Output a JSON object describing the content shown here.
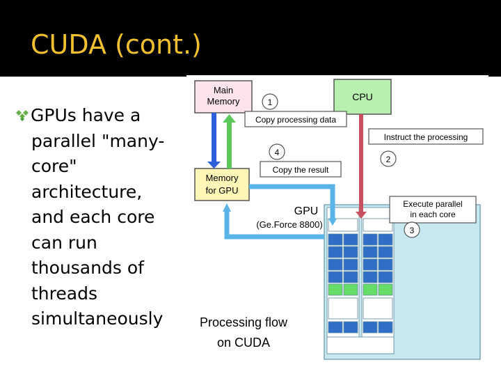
{
  "slide": {
    "title": "CUDA (cont.)",
    "bullet": {
      "line1": "GPUs have a",
      "lines": [
        "parallel \"many-",
        "core\"",
        "architecture,",
        "and each core",
        "can run",
        "thousands of",
        "threads",
        "simultaneously"
      ]
    }
  },
  "diagram": {
    "main_memory": [
      "Main",
      "Memory"
    ],
    "cpu": "CPU",
    "memory_gpu": [
      "Memory",
      "for GPU"
    ],
    "gpu_label": "GPU",
    "gpu_model": "(Ge.Force 8800)",
    "steps": [
      {
        "num": "1",
        "label": "Copy processing data"
      },
      {
        "num": "2",
        "label": "Instruct the processing"
      },
      {
        "num": "3",
        "label": [
          "Execute parallel",
          "in each core"
        ]
      },
      {
        "num": "4",
        "label": "Copy the result"
      }
    ],
    "caption": [
      "Processing flow",
      "on CUDA"
    ],
    "colors": {
      "main_memory_fill": "#fce4ea",
      "cpu_fill": "#b8f0b0",
      "memory_gpu_fill": "#fff6b8",
      "blue_arrow": "#2f5fd8",
      "green_arrow": "#5cc85c",
      "red_arrow": "#c85060",
      "cyan_arrow": "#5ab4e8",
      "gpu_core_blue": "#2f6fc8",
      "gpu_core_green": "#66dd66",
      "gpu_body": "#c8e8f0"
    }
  }
}
